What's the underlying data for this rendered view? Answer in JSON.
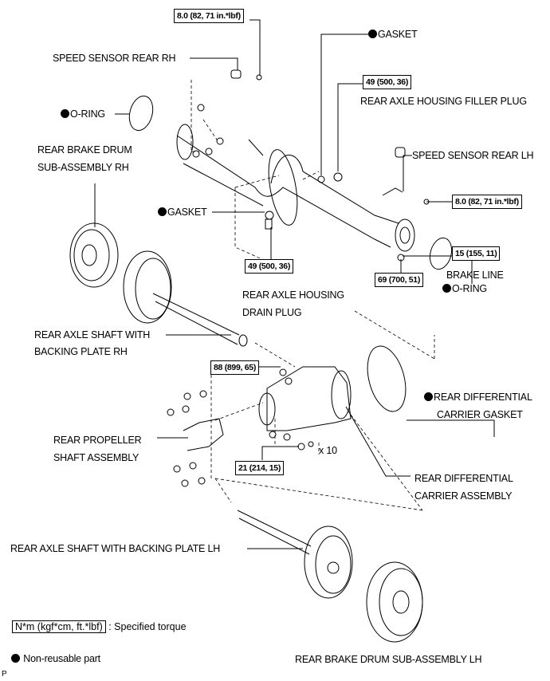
{
  "torques": {
    "speed_sensor_rh": "8.0 (82, 71 in.*lbf)",
    "filler_plug": "49 (500, 36)",
    "speed_sensor_lh": "8.0 (82, 71 in.*lbf)",
    "brake_line": "15 (155, 11)",
    "drain_plug": "49 (500, 36)",
    "housing_nut": "69 (700, 51)",
    "carrier_nut": "88 (899, 65)",
    "propeller_nut": "21 (214, 15)"
  },
  "labels": {
    "speed_sensor_rh": "SPEED SENSOR REAR RH",
    "gasket_top": "GASKET",
    "filler_plug": "REAR AXLE HOUSING FILLER PLUG",
    "o_ring_left": "O-RING",
    "speed_sensor_lh": "SPEED SENSOR REAR LH",
    "brake_drum_rh_1": "REAR BRAKE DRUM",
    "brake_drum_rh_2": "SUB-ASSEMBLY RH",
    "brake_line": "BRAKE LINE",
    "gasket_mid": "GASKET",
    "drain_plug_1": "REAR AXLE HOUSING",
    "drain_plug_2": "DRAIN PLUG",
    "o_ring_right": "O-RING",
    "axle_shaft_rh_1": "REAR AXLE SHAFT WITH",
    "axle_shaft_rh_2": "BACKING PLATE RH",
    "carrier_gasket_1": "REAR DIFFERENTIAL",
    "carrier_gasket_2": "CARRIER GASKET",
    "propeller_1": "REAR PROPELLER",
    "propeller_2": "SHAFT ASSEMBLY",
    "qty": "x 10",
    "carrier_assy_1": "REAR DIFFERENTIAL",
    "carrier_assy_2": "CARRIER ASSEMBLY",
    "axle_shaft_lh": "REAR AXLE SHAFT WITH BACKING PLATE LH",
    "brake_drum_lh": "REAR BRAKE DRUM SUB-ASSEMBLY LH"
  },
  "legend": {
    "torque_box": "N*m (kgf*cm, ft.*lbf)",
    "torque_text": ": Specified torque",
    "non_reusable": "Non-reusable part"
  },
  "corner_mark": "P",
  "icons": {
    "non_reusable": "filled-circle"
  }
}
